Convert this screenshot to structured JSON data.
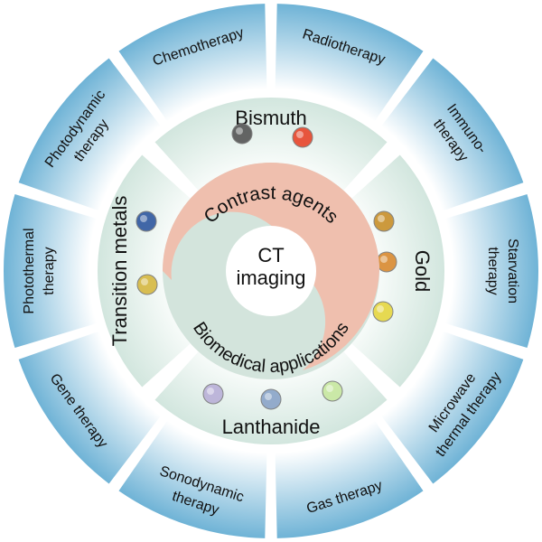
{
  "center": {
    "line1": "CT",
    "line2": "imaging"
  },
  "inner": {
    "top_label": "Contrast agents",
    "bottom_label": "Biomedical applications",
    "top_color": "#efbfae",
    "bottom_color": "#d3e4dc"
  },
  "materials": [
    {
      "label": "Bismuth",
      "icons": [
        "nanoparticle-bismuth-sphere-icon",
        "nanoparticle-bismuth-red-icon"
      ]
    },
    {
      "label": "Gold",
      "icons": [
        "nanoparticle-gold-cluster-icon",
        "nanoparticle-gold-star-icon",
        "nanoparticle-gold-flower-icon"
      ]
    },
    {
      "label": "Lanthanide",
      "icons": [
        "nanoparticle-lanthanide-shell-icon",
        "nanoparticle-lanthanide-capsule-icon",
        "nanoparticle-lanthanide-core-icon"
      ]
    },
    {
      "label": "Transition metals",
      "icons": [
        "nanoparticle-transition-sphere-icon",
        "nanoparticle-transition-sheet-icon"
      ]
    }
  ],
  "therapies": [
    {
      "lines": [
        "Chemotherapy"
      ]
    },
    {
      "lines": [
        "Radiotherapy"
      ]
    },
    {
      "lines": [
        "Immuno-",
        "therapy"
      ]
    },
    {
      "lines": [
        "Starvation",
        "therapy"
      ]
    },
    {
      "lines": [
        "Microwave",
        "thermal therapy"
      ]
    },
    {
      "lines": [
        "Gas therapy"
      ]
    },
    {
      "lines": [
        "Sonodynamic",
        "therapy"
      ]
    },
    {
      "lines": [
        "Gene therapy"
      ]
    },
    {
      "lines": [
        "Photothermal",
        "therapy"
      ]
    },
    {
      "lines": [
        "Photodynamic",
        "therapy"
      ]
    }
  ],
  "colors": {
    "outer_edge": "#6fb3d6",
    "outer_inner": "#ffffff",
    "middle_edge": "#d2e6de",
    "middle_inner": "#f6fbf9"
  }
}
